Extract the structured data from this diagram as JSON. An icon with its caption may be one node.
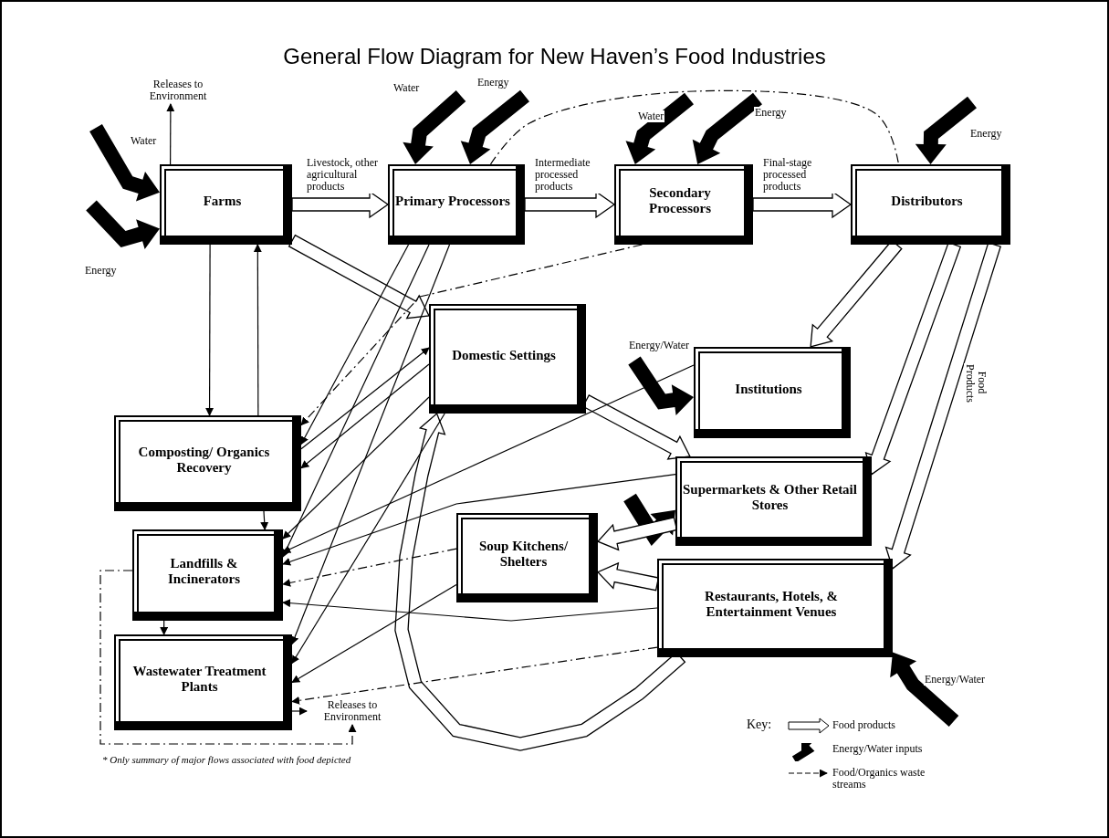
{
  "diagram": {
    "title": "General Flow Diagram for New Haven’s Food Industries",
    "nodes": [
      {
        "text": [
          "Farms"
        ]
      },
      {
        "text": [
          "Primary Processors"
        ]
      },
      {
        "text": [
          "Secondary Processors"
        ]
      },
      {
        "text": [
          "Distributors"
        ]
      },
      {
        "text": [
          "Domestic Settings"
        ]
      },
      {
        "text": [
          "Institutions"
        ]
      },
      {
        "text": [
          "Composting/ Organics Recovery"
        ]
      },
      {
        "text": [
          "Supermarkets & Other Retail Stores"
        ]
      },
      {
        "text": [
          "Soup Kitchens/ Shelters"
        ]
      },
      {
        "text": [
          "Landfills & Incinerators"
        ]
      },
      {
        "text": [
          "Restaurants, Hotels, & Entertainment Venues"
        ]
      },
      {
        "text": [
          "Wastewater Treatment Plants"
        ]
      },
      {
        "text": [
          "Releases to Environment"
        ]
      },
      {
        "text": [
          "Releases to Environment"
        ]
      }
    ],
    "edges": [
      {
        "from": null,
        "to": 0,
        "arrow": "to",
        "style": "thick",
        "label": "Water"
      },
      {
        "from": null,
        "to": 0,
        "arrow": "to",
        "style": "thick",
        "label": "Energy"
      },
      {
        "from": null,
        "to": 1,
        "arrow": "to",
        "style": "thick",
        "label": "Water"
      },
      {
        "from": null,
        "to": 1,
        "arrow": "to",
        "style": "thick",
        "label": "Energy"
      },
      {
        "from": null,
        "to": 2,
        "arrow": "to",
        "style": "thick",
        "label": "Water"
      },
      {
        "from": null,
        "to": 2,
        "arrow": "to",
        "style": "thick",
        "label": "Energy"
      },
      {
        "from": null,
        "to": 3,
        "arrow": "to",
        "style": "thick",
        "label": "Energy"
      },
      {
        "from": null,
        "to": 5,
        "arrow": "to",
        "style": "thick",
        "label": "Energy/Water"
      },
      {
        "from": null,
        "to": 7,
        "arrow": "to",
        "style": "thick"
      },
      {
        "from": null,
        "to": 10,
        "arrow": "to",
        "style": "thick",
        "label": "Energy/Water"
      },
      {
        "from": 0,
        "to": 1,
        "arrow": "to",
        "style": "thick",
        "label": "Livestock, other agricultural products"
      },
      {
        "from": 1,
        "to": 2,
        "arrow": "to",
        "style": "thick",
        "label": "Intermediate processed products"
      },
      {
        "from": 2,
        "to": 3,
        "arrow": "to",
        "style": "thick",
        "label": "Final-stage processed products"
      },
      {
        "from": 0,
        "to": 4,
        "arrow": "to",
        "style": "thick"
      },
      {
        "from": 3,
        "to": 5,
        "arrow": "to",
        "style": "thick"
      },
      {
        "from": 3,
        "to": 7,
        "arrow": "to",
        "style": "thick"
      },
      {
        "from": 3,
        "to": 10,
        "arrow": "to",
        "style": "thick",
        "label": "Food Products"
      },
      {
        "from": 4,
        "to": 7,
        "arrow": "to",
        "style": "thick"
      },
      {
        "from": 7,
        "to": 8,
        "arrow": "to",
        "style": "thick"
      },
      {
        "from": 10,
        "to": 8,
        "arrow": "to",
        "style": "thick"
      },
      {
        "from": 10,
        "to": 4,
        "arrow": "to",
        "style": "thick"
      },
      {
        "from": 1,
        "to": 3,
        "arrow": "none",
        "style": "dashed"
      },
      {
        "from": 0,
        "to": 12,
        "arrow": "to"
      },
      {
        "from": 0,
        "to": 6,
        "arrow": "to"
      },
      {
        "from": 6,
        "to": 0,
        "arrow": "to"
      },
      {
        "from": 6,
        "to": 9,
        "arrow": "to"
      },
      {
        "from": 9,
        "to": 11,
        "arrow": "to"
      },
      {
        "from": 1,
        "to": 6,
        "arrow": "to"
      },
      {
        "from": 1,
        "to": 9,
        "arrow": "to"
      },
      {
        "from": 1,
        "to": 11,
        "arrow": "to"
      },
      {
        "from": 2,
        "to": 6,
        "arrow": "to",
        "style": "dashed"
      },
      {
        "from": 4,
        "to": 6,
        "arrow": "to"
      },
      {
        "from": 6,
        "to": 4,
        "arrow": "to"
      },
      {
        "from": 4,
        "to": 9,
        "arrow": "to"
      },
      {
        "from": 4,
        "to": 11,
        "arrow": "to"
      },
      {
        "from": 8,
        "to": 9,
        "arrow": "to",
        "style": "dashed"
      },
      {
        "from": 8,
        "to": 11,
        "arrow": "to"
      },
      {
        "from": 5,
        "to": 9,
        "arrow": "to"
      },
      {
        "from": 7,
        "to": 9,
        "arrow": "to"
      },
      {
        "from": 10,
        "to": 11,
        "arrow": "to",
        "style": "dashed"
      },
      {
        "from": 10,
        "to": 9,
        "arrow": "to"
      },
      {
        "from": 11,
        "to": 13,
        "arrow": "to"
      },
      {
        "from": 9,
        "to": 13,
        "arrow": "to",
        "style": "dashed"
      }
    ],
    "labels": [
      "Key:",
      "* Only summary of major flows associated with food depicted"
    ],
    "legend": [
      {
        "text": "Food products"
      },
      {
        "text": "Energy/Water inputs"
      },
      {
        "text": "Food/Organics waste streams"
      }
    ]
  }
}
